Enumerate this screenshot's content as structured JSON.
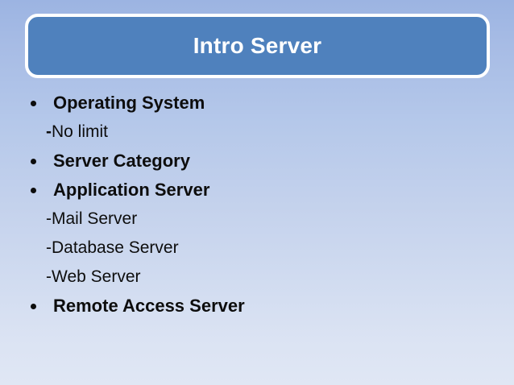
{
  "slide": {
    "title": "Intro Server",
    "colors": {
      "title_fill": "#4f81bd",
      "title_border": "#ffffff",
      "title_text": "#ffffff",
      "body_text": "#0d0d0d",
      "background_top": "#9cb4e2",
      "background_bottom": "#e0e7f4"
    },
    "bullet_glyph": "•",
    "dash_glyph": "-",
    "content": [
      {
        "level": 1,
        "text": "Operating System"
      },
      {
        "level": 2,
        "text": "No limit",
        "bold_dash": true
      },
      {
        "level": 1,
        "text": "Server Category"
      },
      {
        "level": 1,
        "text": "Application Server"
      },
      {
        "level": 2,
        "text": "Mail Server",
        "bold_dash": false
      },
      {
        "level": 2,
        "text": "Database Server",
        "bold_dash": false
      },
      {
        "level": 2,
        "text": "Web Server",
        "bold_dash": false
      },
      {
        "level": 1,
        "text": "Remote Access Server"
      }
    ]
  }
}
